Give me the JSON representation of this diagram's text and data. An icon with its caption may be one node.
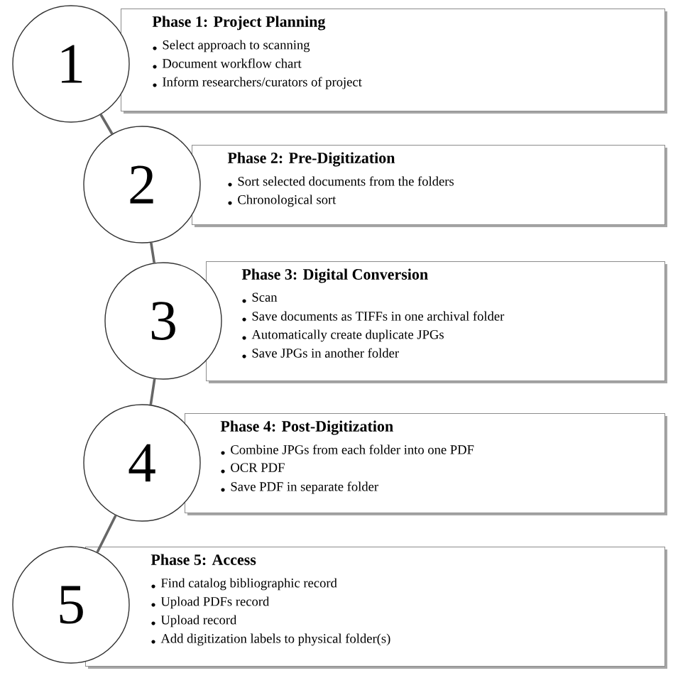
{
  "diagram": {
    "nodes": [
      {
        "text": [
          "1"
        ]
      },
      {
        "text": [
          "Phase 1: Project Planning",
          "Select approach to scanning",
          "Document workflow chart",
          "Inform researchers/curators of project"
        ]
      },
      {
        "text": [
          "2"
        ]
      },
      {
        "text": [
          "Phase 2: Pre-Digitization",
          "Sort selected documents from the folders",
          "Chronological sort"
        ]
      },
      {
        "text": [
          "3"
        ]
      },
      {
        "text": [
          "Phase 3: Digital Conversion",
          "Scan",
          "Save documents as TIFFs in one archival folder",
          "Automatically create duplicate JPGs",
          "Save JPGs in another folder"
        ]
      },
      {
        "text": [
          "4"
        ]
      },
      {
        "text": [
          "Phase 4: Post-Digitization",
          "Combine JPGs from each folder into one PDF",
          "OCR PDF",
          "Save PDF in separate folder"
        ]
      },
      {
        "text": [
          "5"
        ]
      },
      {
        "text": [
          "Phase 5: Access",
          "Find catalog bibliographic record",
          "Upload PDFs record",
          "Upload record",
          "Add digitization labels to physical folder(s)"
        ]
      }
    ],
    "edges": [
      {
        "from": 0,
        "to": 2,
        "arrow": "none"
      },
      {
        "from": 2,
        "to": 4,
        "arrow": "none"
      },
      {
        "from": 4,
        "to": 6,
        "arrow": "none"
      },
      {
        "from": 6,
        "to": 8,
        "arrow": "none"
      }
    ]
  }
}
